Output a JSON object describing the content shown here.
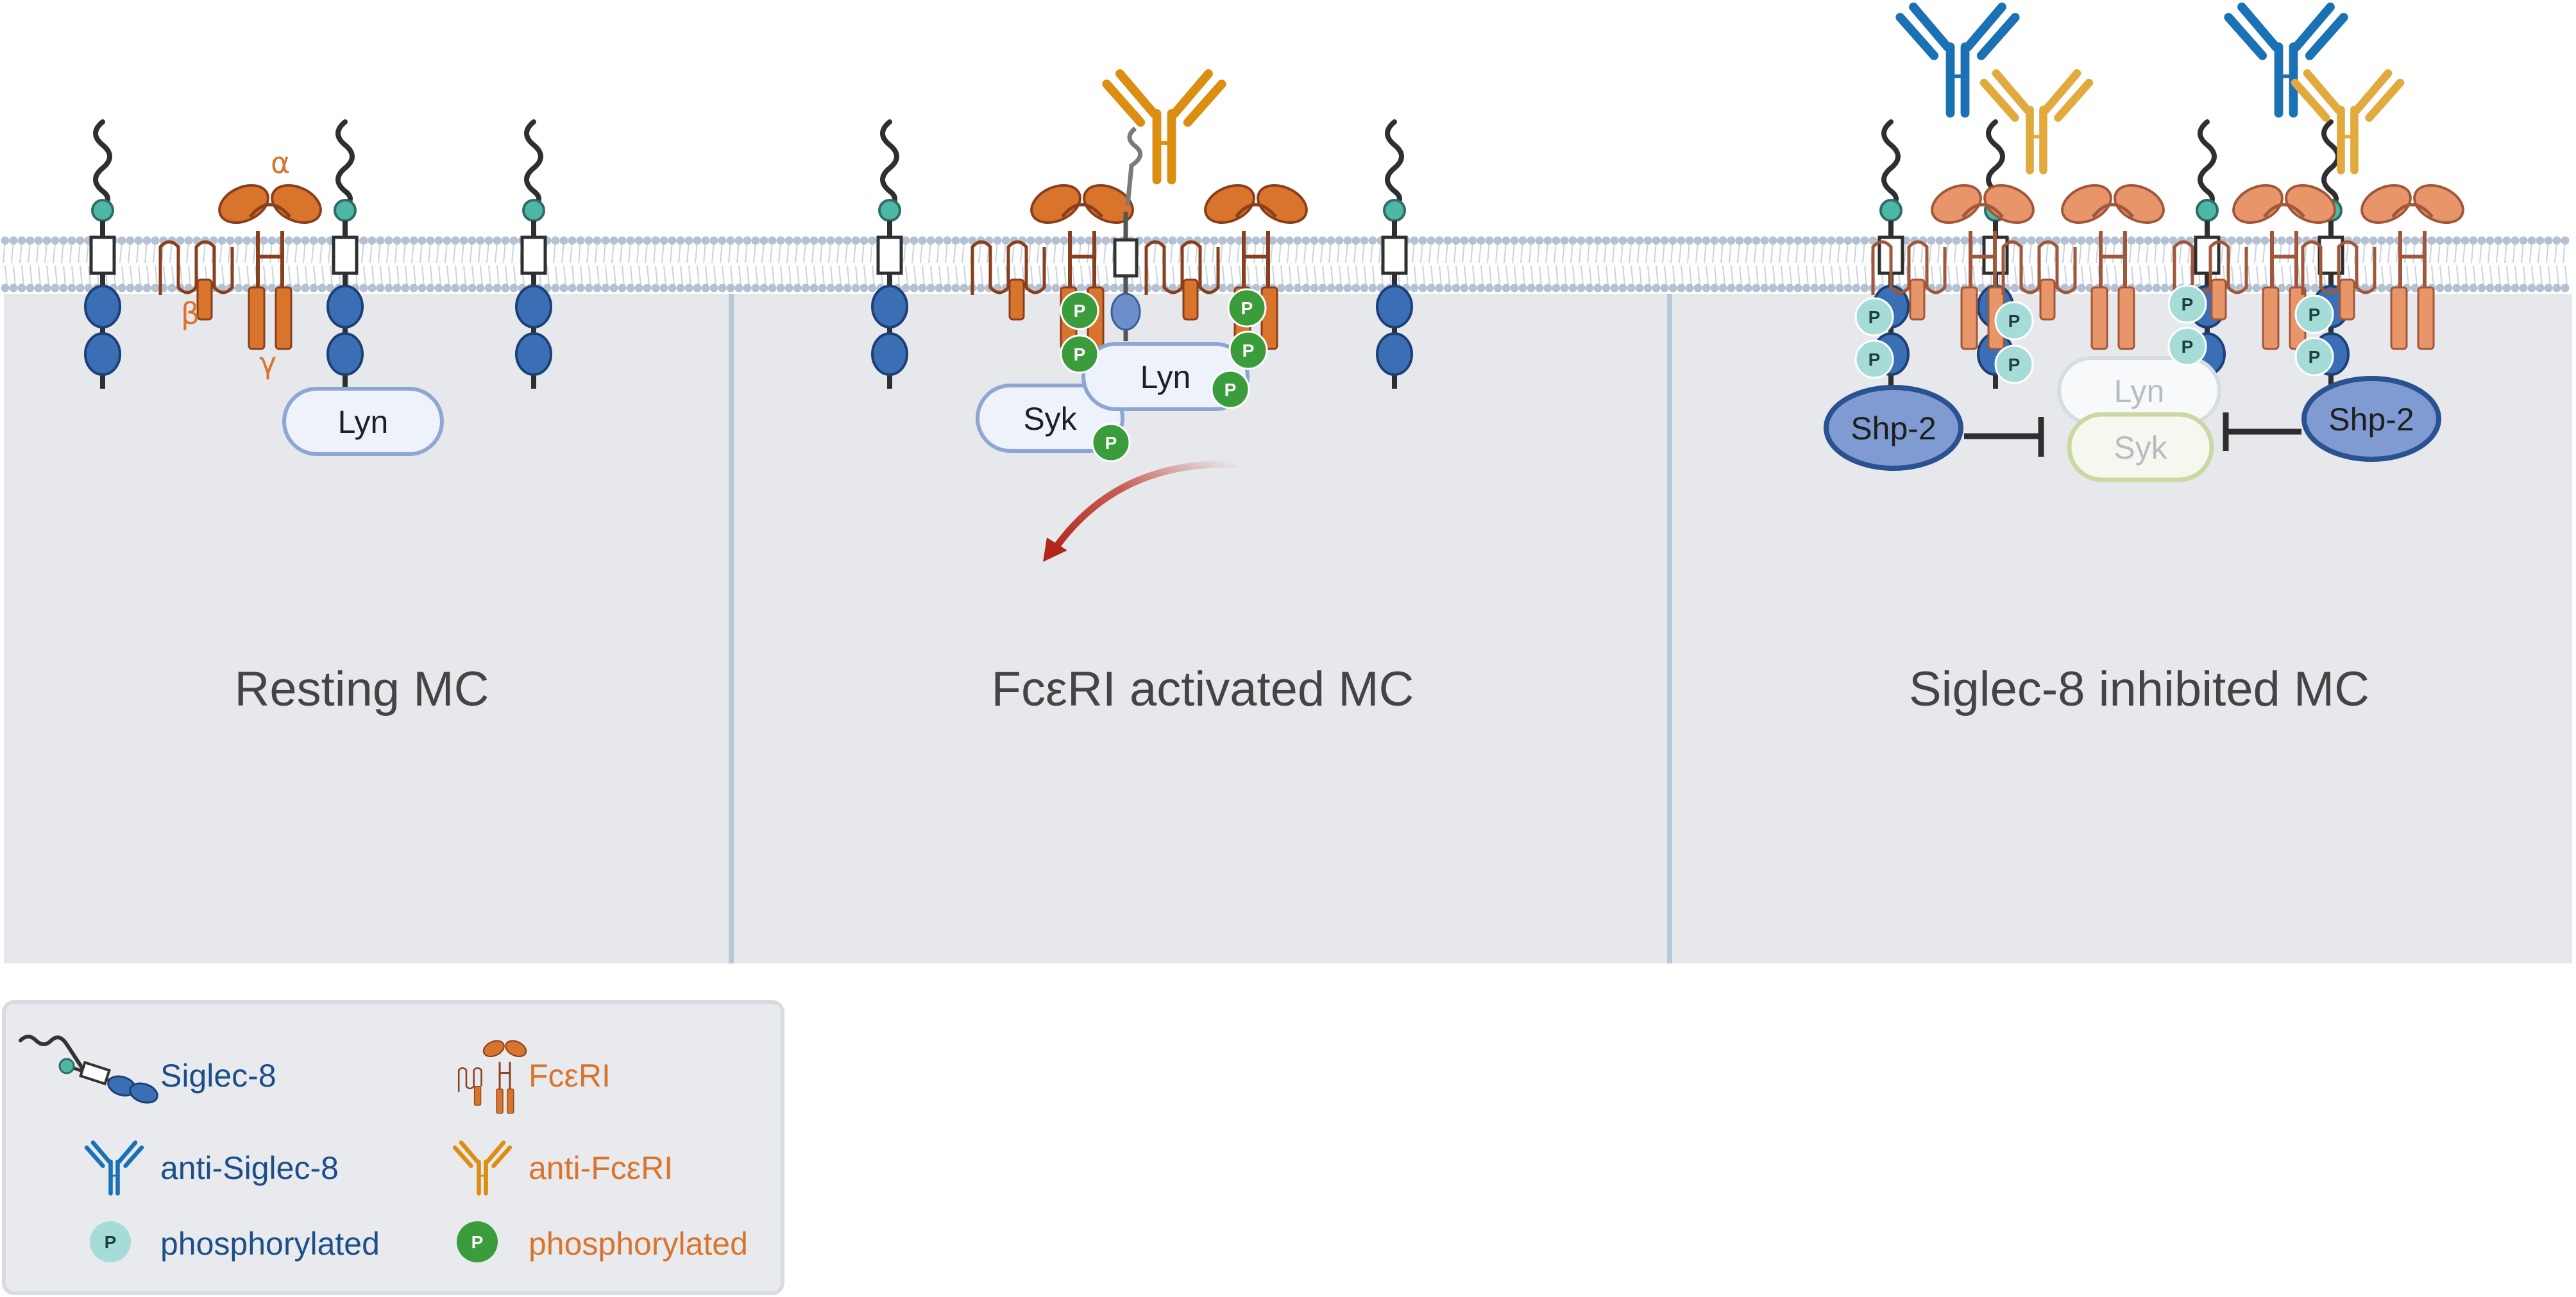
{
  "panels": [
    {
      "title": "Resting MC"
    },
    {
      "title": "FcεRI activated MC"
    },
    {
      "title": "Siglec-8 inhibited MC"
    }
  ],
  "subunits": {
    "alpha": "α",
    "beta": "β",
    "gamma": "γ"
  },
  "kinases": {
    "lyn": "Lyn",
    "syk": "Syk",
    "shp2": "Shp-2"
  },
  "phospho_mark": "P",
  "legend": {
    "siglec8": "Siglec-8",
    "fceri": "FcεRI",
    "anti_siglec8": "anti-Siglec-8",
    "anti_fceri": "anti-FcεRI",
    "phospho_siglec": "phosphorylated",
    "phospho_fceri": "phosphorylated"
  },
  "colors": {
    "cytoplasm": "#e6e8ec",
    "divider": "#b8c8d8",
    "siglec_blue": "#3a6fb5",
    "siglec_text": "#1d4e89",
    "fceri_orange": "#d9742c",
    "fceri_dark": "#8a3f1c",
    "anti_fceri": "#dc8e10",
    "anti_siglec": "#1a72b4",
    "p_light": "#a5dcd8",
    "p_green": "#3b9c3c",
    "arrow_red": "#c0392b",
    "shp2": "#7f9bd1",
    "lyn_fill": "#eef2fa"
  }
}
